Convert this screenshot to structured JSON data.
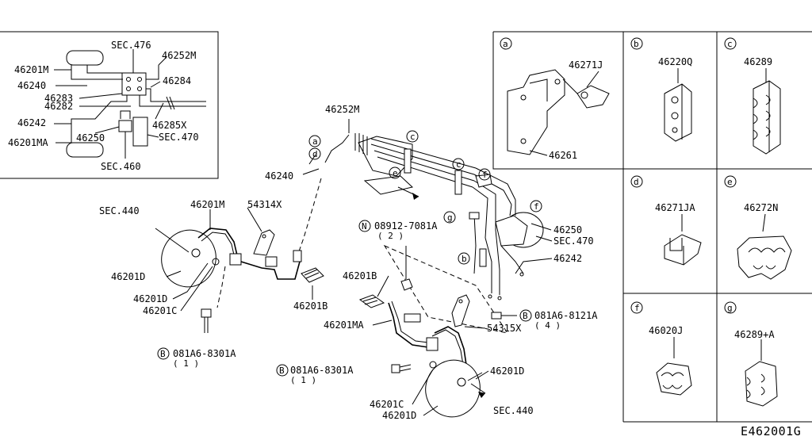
{
  "diagram_code": "E462001G",
  "inset": {
    "sec_476": "SEC.476",
    "p_46252M": "46252M",
    "p_46201M": "46201M",
    "p_46240": "46240",
    "p_46284": "46284",
    "p_46283": "46283",
    "p_46282": "46282",
    "p_46242": "46242",
    "p_46285X": "46285X",
    "p_46250": "46250",
    "p_46201MA": "46201MA",
    "sec_470": "SEC.470",
    "sec_460": "SEC.460"
  },
  "main": {
    "p_46252M": "46252M",
    "call_a": "a",
    "call_d": "d",
    "call_c1": "c",
    "call_c2": "c",
    "call_e": "e",
    "call_f1": "f",
    "call_f2": "f",
    "call_g": "g",
    "call_b": "b",
    "p_46240": "46240",
    "sec_440_top": "SEC.440",
    "p_46201M": "46201M",
    "p_54314X": "54314X",
    "p_46201D_1": "46201D",
    "p_46201D_2": "46201D",
    "p_46201C_1": "46201C",
    "p_46201B_1": "46201B",
    "bolt_081A6_8301A_1": "081A6-8301A",
    "qty_1a": "( 1 )",
    "nut_08912_7081A": "08912-7081A",
    "qty_2": "( 2 )",
    "p_46201B_2": "46201B",
    "p_46201MA": "46201MA",
    "p_46250": "46250",
    "sec_470": "SEC.470",
    "p_46242": "46242",
    "bolt_081A6_8121A": "081A6-8121A",
    "qty_4": "( 4 )",
    "p_54315X": "54315X",
    "bolt_081A6_8301A_2": "081A6-8301A",
    "qty_1b": "( 1 )",
    "p_46201D_3": "46201D",
    "p_46201C_2": "46201C",
    "p_46201D_4": "46201D",
    "sec_440_bot": "SEC.440",
    "mark_N": "N",
    "mark_B1": "B",
    "mark_B2": "B",
    "mark_B3": "B"
  },
  "detail_panels": [
    {
      "key": "a",
      "parts": [
        "46271J",
        "46261"
      ]
    },
    {
      "key": "b",
      "parts": [
        "46220Q"
      ]
    },
    {
      "key": "c",
      "parts": [
        "46289"
      ]
    },
    {
      "key": "d",
      "parts": [
        "46271JA"
      ]
    },
    {
      "key": "e",
      "parts": [
        "46272N"
      ]
    },
    {
      "key": "f",
      "parts": [
        "46020J"
      ]
    },
    {
      "key": "g",
      "parts": [
        "46289+A"
      ]
    }
  ]
}
